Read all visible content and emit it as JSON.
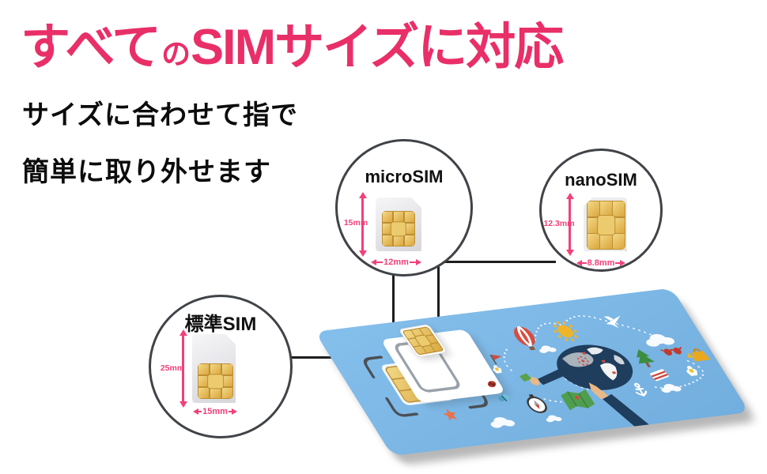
{
  "headline": {
    "part1": "すべて",
    "particle": "の",
    "part2": "SIMサイズに対応"
  },
  "subtitle": {
    "line1": "サイズに合わせて指で",
    "line2": "簡単に取り外せます"
  },
  "sim_sizes": [
    {
      "id": "micro",
      "label": "microSIM",
      "height": "15mm",
      "width": "12mm"
    },
    {
      "id": "nano",
      "label": "nanoSIM",
      "height": "12.3mm",
      "width": "8.8mm"
    },
    {
      "id": "standard",
      "label": "標準SIM",
      "height": "25mm",
      "width": "15mm"
    }
  ],
  "colors": {
    "accent_pink": "#e92f68",
    "arrow_pink": "#f2407a",
    "text_black": "#0c0c0c",
    "circle_border": "#404347",
    "card_blue": "#7cb6e6",
    "gold": "#e2b553",
    "navy": "#1f3d5c"
  },
  "card_illustration": {
    "theme": "travel world sim card",
    "icons": [
      "globe",
      "pointing-hand",
      "holding-hand",
      "hot-air-balloon",
      "sun",
      "airplane",
      "cloud",
      "tree",
      "sunglasses",
      "beach-bag",
      "daisy",
      "tickets",
      "anchor",
      "compass",
      "map",
      "butterfly",
      "ladybug",
      "flag",
      "starfish",
      "sim-cutout",
      "gold-chip",
      "nano-sim-chip"
    ]
  }
}
